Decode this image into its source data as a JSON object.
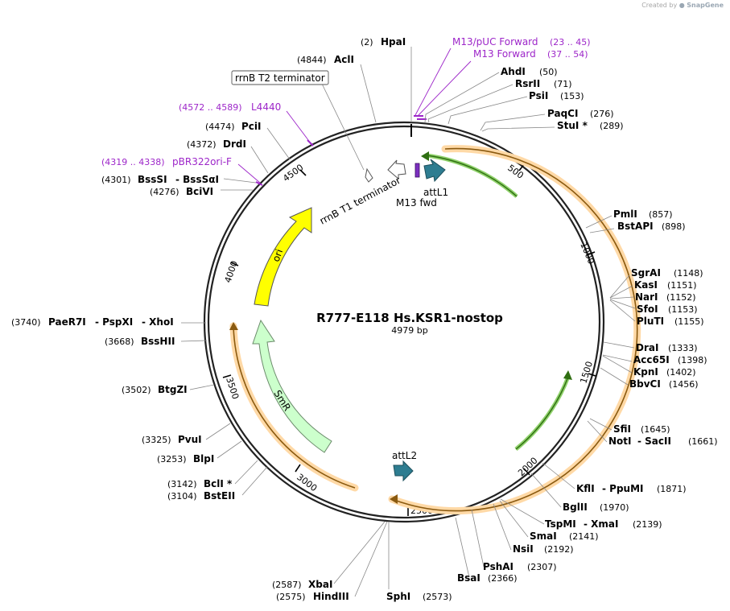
{
  "watermark": {
    "prefix": "Created by",
    "brand": "SnapGene"
  },
  "plasmid": {
    "name": "R777-E118 Hs.KSR1-nostop",
    "length_label": "4979 bp",
    "length": 4979
  },
  "ticks": [
    "500",
    "1000",
    "1500",
    "2000",
    "2500",
    "3000",
    "3500",
    "4000",
    "4500"
  ],
  "features": [
    {
      "label": "attL1",
      "color": "#2e7d91",
      "type": "arrow"
    },
    {
      "label": "M13 fwd",
      "color": "#7b2fbf",
      "type": "box"
    },
    {
      "label": "rrnB T1 terminator",
      "color": "#ffffff",
      "type": "arrow"
    },
    {
      "label": "rrnB T2 terminator",
      "color": "#ffffff",
      "type": "small"
    },
    {
      "label": "ori",
      "color": "#ffff00",
      "type": "arrow"
    },
    {
      "label": "SmR",
      "color": "#ccffcc",
      "type": "arrow"
    },
    {
      "label": "attL2",
      "color": "#2e7d91",
      "type": "arrow"
    }
  ],
  "primers": [
    {
      "name": "M13/pUC Forward",
      "pos": "(23 .. 45)"
    },
    {
      "name": "M13 Forward",
      "pos": "(37 .. 54)"
    },
    {
      "name": "L4440",
      "pos": "(4572 .. 4589)"
    },
    {
      "name": "pBR322ori-F",
      "pos": "(4319 .. 4338)"
    }
  ],
  "sites": [
    {
      "name": "HpaI",
      "pos": "(2)"
    },
    {
      "name": "AclI",
      "pos": "(4844)"
    },
    {
      "name": "AhdI",
      "pos": "(50)"
    },
    {
      "name": "RsrII",
      "pos": "(71)"
    },
    {
      "name": "PsiI",
      "pos": "(153)"
    },
    {
      "name": "PaqCI",
      "pos": "(276)"
    },
    {
      "name": "StuI *",
      "pos": "(289)"
    },
    {
      "name": "PciI",
      "pos": "(4474)"
    },
    {
      "name": "DrdI",
      "pos": "(4372)"
    },
    {
      "name": "BssSI",
      "pos": "(4301)"
    },
    {
      "name": "- BssSαI",
      "pos": ""
    },
    {
      "name": "BciVI",
      "pos": "(4276)"
    },
    {
      "name": "PmlI",
      "pos": "(857)"
    },
    {
      "name": "BstAPI",
      "pos": "(898)"
    },
    {
      "name": "SgrAI",
      "pos": "(1148)"
    },
    {
      "name": "KasI",
      "pos": "(1151)"
    },
    {
      "name": "NarI",
      "pos": "(1152)"
    },
    {
      "name": "SfoI",
      "pos": "(1153)"
    },
    {
      "name": "PluTI",
      "pos": "(1155)"
    },
    {
      "name": "DraI",
      "pos": "(1333)"
    },
    {
      "name": "Acc65I",
      "pos": "(1398)"
    },
    {
      "name": "KpnI",
      "pos": "(1402)"
    },
    {
      "name": "BbvCI",
      "pos": "(1456)"
    },
    {
      "name": "SfiI",
      "pos": "(1645)"
    },
    {
      "name": "NotI",
      "pos": ""
    },
    {
      "name": "- SacII",
      "pos": "(1661)"
    },
    {
      "name": "KflI",
      "pos": ""
    },
    {
      "name": "- PpuMI",
      "pos": "(1871)"
    },
    {
      "name": "BglII",
      "pos": "(1970)"
    },
    {
      "name": "TspMI",
      "pos": ""
    },
    {
      "name": "- XmaI",
      "pos": "(2139)"
    },
    {
      "name": "SmaI",
      "pos": "(2141)"
    },
    {
      "name": "NsiI",
      "pos": "(2192)"
    },
    {
      "name": "PshAI",
      "pos": "(2307)"
    },
    {
      "name": "BsaI",
      "pos": "(2366)"
    },
    {
      "name": "SphI",
      "pos": "(2573)"
    },
    {
      "name": "XbaI",
      "pos": "(2587)"
    },
    {
      "name": "HindIII",
      "pos": "(2575)"
    },
    {
      "name": "PaeR7I",
      "pos": "(3740)"
    },
    {
      "name": "- PspXI",
      "pos": ""
    },
    {
      "name": "- XhoI",
      "pos": ""
    },
    {
      "name": "BssHII",
      "pos": "(3668)"
    },
    {
      "name": "BtgZI",
      "pos": "(3502)"
    },
    {
      "name": "PvuI",
      "pos": "(3325)"
    },
    {
      "name": "BlpI",
      "pos": "(3253)"
    },
    {
      "name": "BclI *",
      "pos": "(3142)"
    },
    {
      "name": "BstEII",
      "pos": "(3104)"
    }
  ]
}
